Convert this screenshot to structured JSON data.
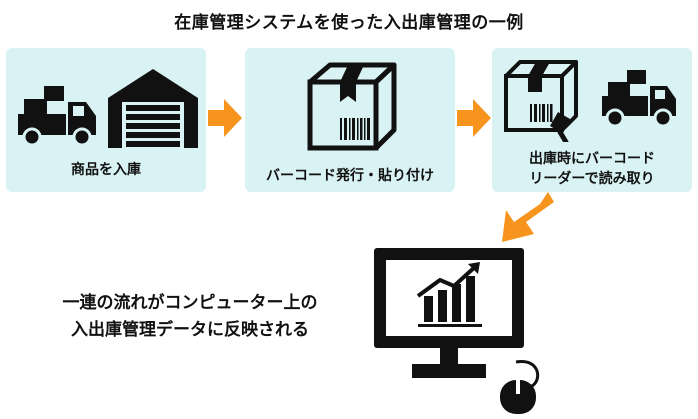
{
  "title": "在庫管理システムを使った入出庫管理の一例",
  "steps": [
    {
      "label": "商品を入庫"
    },
    {
      "label": "バーコード発行・貼り付け"
    },
    {
      "label_line1": "出庫時にバーコード",
      "label_line2": "リーダーで読み取り"
    }
  ],
  "caption": {
    "line1": "一連の流れがコンピューター上の",
    "line2": "入出庫管理データに反映される"
  },
  "colors": {
    "box_bg": "#d9f3f4",
    "arrow": "#f7941d",
    "icon": "#111111"
  }
}
